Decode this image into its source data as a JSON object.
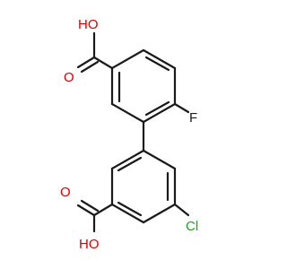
{
  "molecule": {
    "atoms": {
      "o_top": "O",
      "oh_top": "HO",
      "f": "F",
      "o_bottom": "O",
      "oh_bottom": "HO",
      "cl": "Cl"
    },
    "colors": {
      "bond": "#1a1a1a",
      "oxygen": "#d40000",
      "chlorine": "#20a020",
      "fluorine": "#1a1a1a"
    }
  }
}
